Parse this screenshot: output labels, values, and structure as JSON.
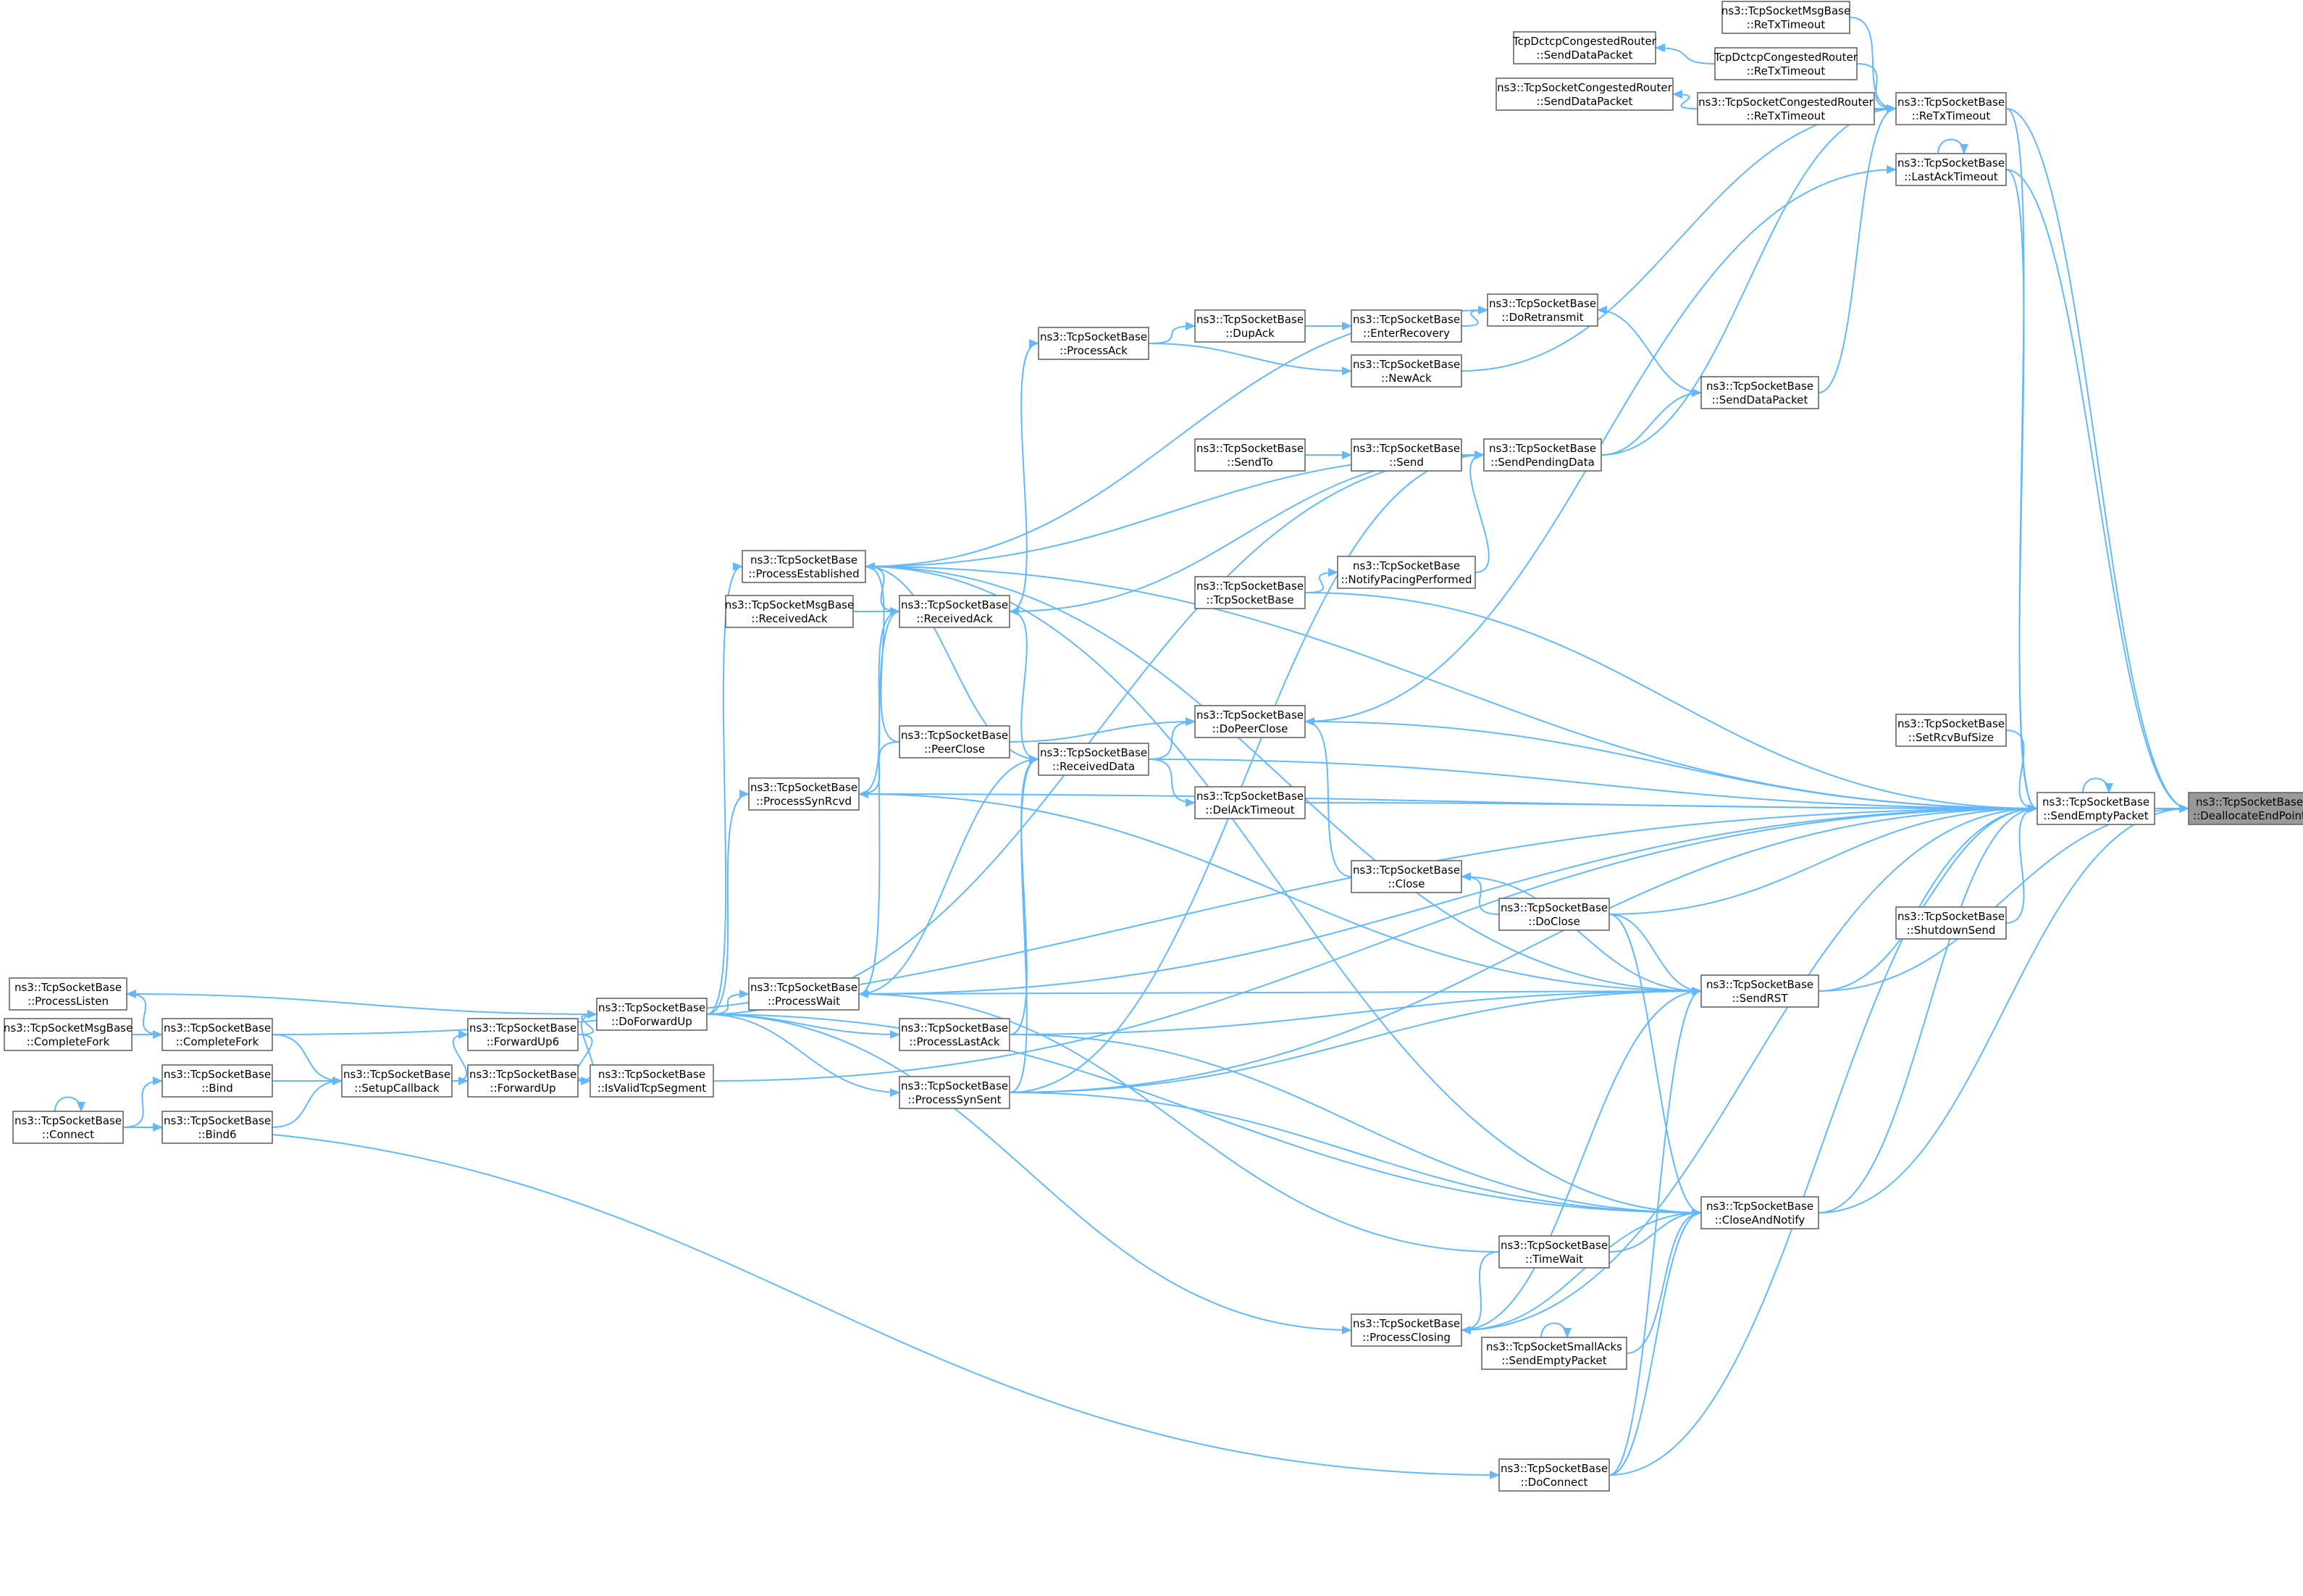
{
  "colors": {
    "edge": "#63B8FF",
    "node_border": "#666666",
    "node_fill": "#ffffff",
    "focus_fill": "#999999",
    "text": "#000000"
  },
  "focus": "dealloc",
  "nodes": [
    {
      "id": "dealloc",
      "l1": "ns3::TcpSocketBase",
      "l2": "::DeallocateEndPoint"
    },
    {
      "id": "sendEmpty",
      "l1": "ns3::TcpSocketBase",
      "l2": "::SendEmptyPacket"
    },
    {
      "id": "setRcv",
      "l1": "ns3::TcpSocketBase",
      "l2": "::SetRcvBufSize"
    },
    {
      "id": "shutdown",
      "l1": "ns3::TcpSocketBase",
      "l2": "::ShutdownSend"
    },
    {
      "id": "lastAck",
      "l1": "ns3::TcpSocketBase",
      "l2": "::LastAckTimeout"
    },
    {
      "id": "retx",
      "l1": "ns3::TcpSocketBase",
      "l2": "::ReTxTimeout"
    },
    {
      "id": "msgRetx",
      "l1": "ns3::TcpSocketMsgBase",
      "l2": "::ReTxTimeout"
    },
    {
      "id": "dctcpRetx",
      "l1": "TcpDctcpCongestedRouter",
      "l2": "::ReTxTimeout"
    },
    {
      "id": "congRetx",
      "l1": "ns3::TcpSocketCongestedRouter",
      "l2": "::ReTxTimeout"
    },
    {
      "id": "dctcpSend",
      "l1": "TcpDctcpCongestedRouter",
      "l2": "::SendDataPacket"
    },
    {
      "id": "congSend",
      "l1": "ns3::TcpSocketCongestedRouter",
      "l2": "::SendDataPacket"
    },
    {
      "id": "sendRST",
      "l1": "ns3::TcpSocketBase",
      "l2": "::SendRST"
    },
    {
      "id": "closeNotify",
      "l1": "ns3::TcpSocketBase",
      "l2": "::CloseAndNotify"
    },
    {
      "id": "sendData",
      "l1": "ns3::TcpSocketBase",
      "l2": "::SendDataPacket"
    },
    {
      "id": "doRetx",
      "l1": "ns3::TcpSocketBase",
      "l2": "::DoRetransmit"
    },
    {
      "id": "sendPending",
      "l1": "ns3::TcpSocketBase",
      "l2": "::SendPendingData"
    },
    {
      "id": "doPeerClose",
      "l1": "ns3::TcpSocketBase",
      "l2": "::DoPeerClose"
    },
    {
      "id": "delAck",
      "l1": "ns3::TcpSocketBase",
      "l2": "::DelAckTimeout"
    },
    {
      "id": "close",
      "l1": "ns3::TcpSocketBase",
      "l2": "::Close"
    },
    {
      "id": "doClose",
      "l1": "ns3::TcpSocketBase",
      "l2": "::DoClose"
    },
    {
      "id": "timeWait",
      "l1": "ns3::TcpSocketBase",
      "l2": "::TimeWait"
    },
    {
      "id": "procClosing",
      "l1": "ns3::TcpSocketBase",
      "l2": "::ProcessClosing"
    },
    {
      "id": "smallAcks",
      "l1": "ns3::TcpSocketSmallAcks",
      "l2": "::SendEmptyPacket"
    },
    {
      "id": "doConnect",
      "l1": "ns3::TcpSocketBase",
      "l2": "::DoConnect"
    },
    {
      "id": "enterRec",
      "l1": "ns3::TcpSocketBase",
      "l2": "::EnterRecovery"
    },
    {
      "id": "newAck",
      "l1": "ns3::TcpSocketBase",
      "l2": "::NewAck"
    },
    {
      "id": "send",
      "l1": "ns3::TcpSocketBase",
      "l2": "::Send"
    },
    {
      "id": "notifyPacing",
      "l1": "ns3::TcpSocketBase",
      "l2": "::NotifyPacingPerformed"
    },
    {
      "id": "dupAck",
      "l1": "ns3::TcpSocketBase",
      "l2": "::DupAck"
    },
    {
      "id": "sendTo",
      "l1": "ns3::TcpSocketBase",
      "l2": "::SendTo"
    },
    {
      "id": "ctor",
      "l1": "ns3::TcpSocketBase",
      "l2": "::TcpSocketBase"
    },
    {
      "id": "recvData",
      "l1": "ns3::TcpSocketBase",
      "l2": "::ReceivedData"
    },
    {
      "id": "procAck",
      "l1": "ns3::TcpSocketBase",
      "l2": "::ProcessAck"
    },
    {
      "id": "recvAck",
      "l1": "ns3::TcpSocketBase",
      "l2": "::ReceivedAck"
    },
    {
      "id": "peerClose",
      "l1": "ns3::TcpSocketBase",
      "l2": "::PeerClose"
    },
    {
      "id": "procLastAck",
      "l1": "ns3::TcpSocketBase",
      "l2": "::ProcessLastAck"
    },
    {
      "id": "procSynSent",
      "l1": "ns3::TcpSocketBase",
      "l2": "::ProcessSynSent"
    },
    {
      "id": "procEst",
      "l1": "ns3::TcpSocketBase",
      "l2": "::ProcessEstablished"
    },
    {
      "id": "msgRecvAck",
      "l1": "ns3::TcpSocketMsgBase",
      "l2": "::ReceivedAck"
    },
    {
      "id": "procSynRcvd",
      "l1": "ns3::TcpSocketBase",
      "l2": "::ProcessSynRcvd"
    },
    {
      "id": "procWait",
      "l1": "ns3::TcpSocketBase",
      "l2": "::ProcessWait"
    },
    {
      "id": "doFwdUp",
      "l1": "ns3::TcpSocketBase",
      "l2": "::DoForwardUp"
    },
    {
      "id": "isValid",
      "l1": "ns3::TcpSocketBase",
      "l2": "::IsValidTcpSegment"
    },
    {
      "id": "fwdUp6",
      "l1": "ns3::TcpSocketBase",
      "l2": "::ForwardUp6"
    },
    {
      "id": "fwdUp",
      "l1": "ns3::TcpSocketBase",
      "l2": "::ForwardUp"
    },
    {
      "id": "setupCb",
      "l1": "ns3::TcpSocketBase",
      "l2": "::SetupCallback"
    },
    {
      "id": "bind",
      "l1": "ns3::TcpSocketBase",
      "l2": "::Bind"
    },
    {
      "id": "bind6",
      "l1": "ns3::TcpSocketBase",
      "l2": "::Bind6"
    },
    {
      "id": "completeFork",
      "l1": "ns3::TcpSocketBase",
      "l2": "::CompleteFork"
    },
    {
      "id": "procListen",
      "l1": "ns3::TcpSocketBase",
      "l2": "::ProcessListen"
    },
    {
      "id": "msgFork",
      "l1": "ns3::TcpSocketMsgBase",
      "l2": "::CompleteFork"
    },
    {
      "id": "connect",
      "l1": "ns3::TcpSocketBase",
      "l2": "::Connect"
    }
  ],
  "edges": [
    [
      "sendEmpty",
      "dealloc"
    ],
    [
      "retx",
      "dealloc"
    ],
    [
      "lastAck",
      "dealloc"
    ],
    [
      "sendRST",
      "dealloc"
    ],
    [
      "closeNotify",
      "dealloc"
    ],
    [
      "setRcv",
      "sendEmpty"
    ],
    [
      "shutdown",
      "sendEmpty"
    ],
    [
      "lastAck",
      "sendEmpty"
    ],
    [
      "retx",
      "sendEmpty"
    ],
    [
      "sendRST",
      "sendEmpty"
    ],
    [
      "closeNotify",
      "sendEmpty"
    ],
    [
      "ctor",
      "sendEmpty"
    ],
    [
      "doPeerClose",
      "sendEmpty"
    ],
    [
      "recvData",
      "sendEmpty"
    ],
    [
      "delAck",
      "sendEmpty"
    ],
    [
      "doClose",
      "sendEmpty"
    ],
    [
      "procWait",
      "sendEmpty"
    ],
    [
      "procSynSent",
      "sendEmpty"
    ],
    [
      "procSynRcvd",
      "sendEmpty"
    ],
    [
      "procEst",
      "sendEmpty"
    ],
    [
      "completeFork",
      "sendEmpty"
    ],
    [
      "doConnect",
      "sendEmpty"
    ],
    [
      "procClosing",
      "sendEmpty"
    ],
    [
      "isValid",
      "sendEmpty"
    ],
    [
      "sendEmpty",
      "sendEmpty"
    ],
    [
      "msgRetx",
      "retx"
    ],
    [
      "dctcpRetx",
      "retx"
    ],
    [
      "congRetx",
      "retx"
    ],
    [
      "sendData",
      "retx"
    ],
    [
      "newAck",
      "retx"
    ],
    [
      "sendPending",
      "retx"
    ],
    [
      "doPeerClose",
      "lastAck"
    ],
    [
      "lastAck",
      "lastAck"
    ],
    [
      "dctcpRetx",
      "dctcpSend"
    ],
    [
      "congRetx",
      "congSend"
    ],
    [
      "close",
      "sendRST"
    ],
    [
      "doClose",
      "sendRST"
    ],
    [
      "procWait",
      "sendRST"
    ],
    [
      "procLastAck",
      "sendRST"
    ],
    [
      "procSynSent",
      "sendRST"
    ],
    [
      "procSynRcvd",
      "sendRST"
    ],
    [
      "procClosing",
      "sendRST"
    ],
    [
      "doConnect",
      "sendRST"
    ],
    [
      "procEst",
      "sendRST"
    ],
    [
      "doClose",
      "closeNotify"
    ],
    [
      "timeWait",
      "closeNotify"
    ],
    [
      "smallAcks",
      "closeNotify"
    ],
    [
      "procLastAck",
      "closeNotify"
    ],
    [
      "procSynSent",
      "closeNotify"
    ],
    [
      "procClosing",
      "closeNotify"
    ],
    [
      "doConnect",
      "closeNotify"
    ],
    [
      "doFwdUp",
      "closeNotify"
    ],
    [
      "procEst",
      "closeNotify"
    ],
    [
      "smallAcks",
      "smallAcks"
    ],
    [
      "sendData",
      "doRetx"
    ],
    [
      "sendPending",
      "sendData"
    ],
    [
      "enterRec",
      "doRetx"
    ],
    [
      "procEst",
      "doRetx"
    ],
    [
      "dupAck",
      "enterRec"
    ],
    [
      "procAck",
      "dupAck"
    ],
    [
      "procAck",
      "newAck"
    ],
    [
      "send",
      "sendPending"
    ],
    [
      "notifyPacing",
      "sendPending"
    ],
    [
      "recvAck",
      "sendPending"
    ],
    [
      "doFwdUp",
      "sendPending"
    ],
    [
      "procSynSent",
      "sendPending"
    ],
    [
      "procEst",
      "sendPending"
    ],
    [
      "ctor",
      "notifyPacing"
    ],
    [
      "sendTo",
      "send"
    ],
    [
      "recvData",
      "doPeerClose"
    ],
    [
      "peerClose",
      "doPeerClose"
    ],
    [
      "close",
      "doPeerClose"
    ],
    [
      "recvData",
      "delAck"
    ],
    [
      "doClose",
      "close"
    ],
    [
      "timeWait",
      "procWait"
    ],
    [
      "timeWait",
      "procClosing"
    ],
    [
      "recvAck",
      "procAck"
    ],
    [
      "recvData",
      "recvAck"
    ],
    [
      "procEst",
      "recvAck"
    ],
    [
      "msgRecvAck",
      "recvAck"
    ],
    [
      "procSynRcvd",
      "recvAck"
    ],
    [
      "procWait",
      "recvAck"
    ],
    [
      "procEst",
      "recvData"
    ],
    [
      "procWait",
      "recvData"
    ],
    [
      "procLastAck",
      "recvData"
    ],
    [
      "procSynSent",
      "recvData"
    ],
    [
      "peerClose",
      "procEst"
    ],
    [
      "peerClose",
      "procSynRcvd"
    ],
    [
      "doFwdUp",
      "procEst"
    ],
    [
      "doFwdUp",
      "procSynRcvd"
    ],
    [
      "doFwdUp",
      "procWait"
    ],
    [
      "doFwdUp",
      "procLastAck"
    ],
    [
      "doFwdUp",
      "procSynSent"
    ],
    [
      "doFwdUp",
      "procClosing"
    ],
    [
      "doFwdUp",
      "procListen"
    ],
    [
      "fwdUp6",
      "doFwdUp"
    ],
    [
      "fwdUp",
      "doFwdUp"
    ],
    [
      "fwdUp6",
      "isValid"
    ],
    [
      "fwdUp",
      "isValid"
    ],
    [
      "setupCb",
      "fwdUp6"
    ],
    [
      "setupCb",
      "fwdUp"
    ],
    [
      "bind",
      "setupCb"
    ],
    [
      "bind6",
      "setupCb"
    ],
    [
      "completeFork",
      "setupCb"
    ],
    [
      "connect",
      "bind"
    ],
    [
      "connect",
      "bind6"
    ],
    [
      "connect",
      "connect"
    ],
    [
      "completeFork",
      "procListen"
    ],
    [
      "msgFork",
      "completeFork"
    ],
    [
      "connect",
      "doConnect"
    ]
  ]
}
